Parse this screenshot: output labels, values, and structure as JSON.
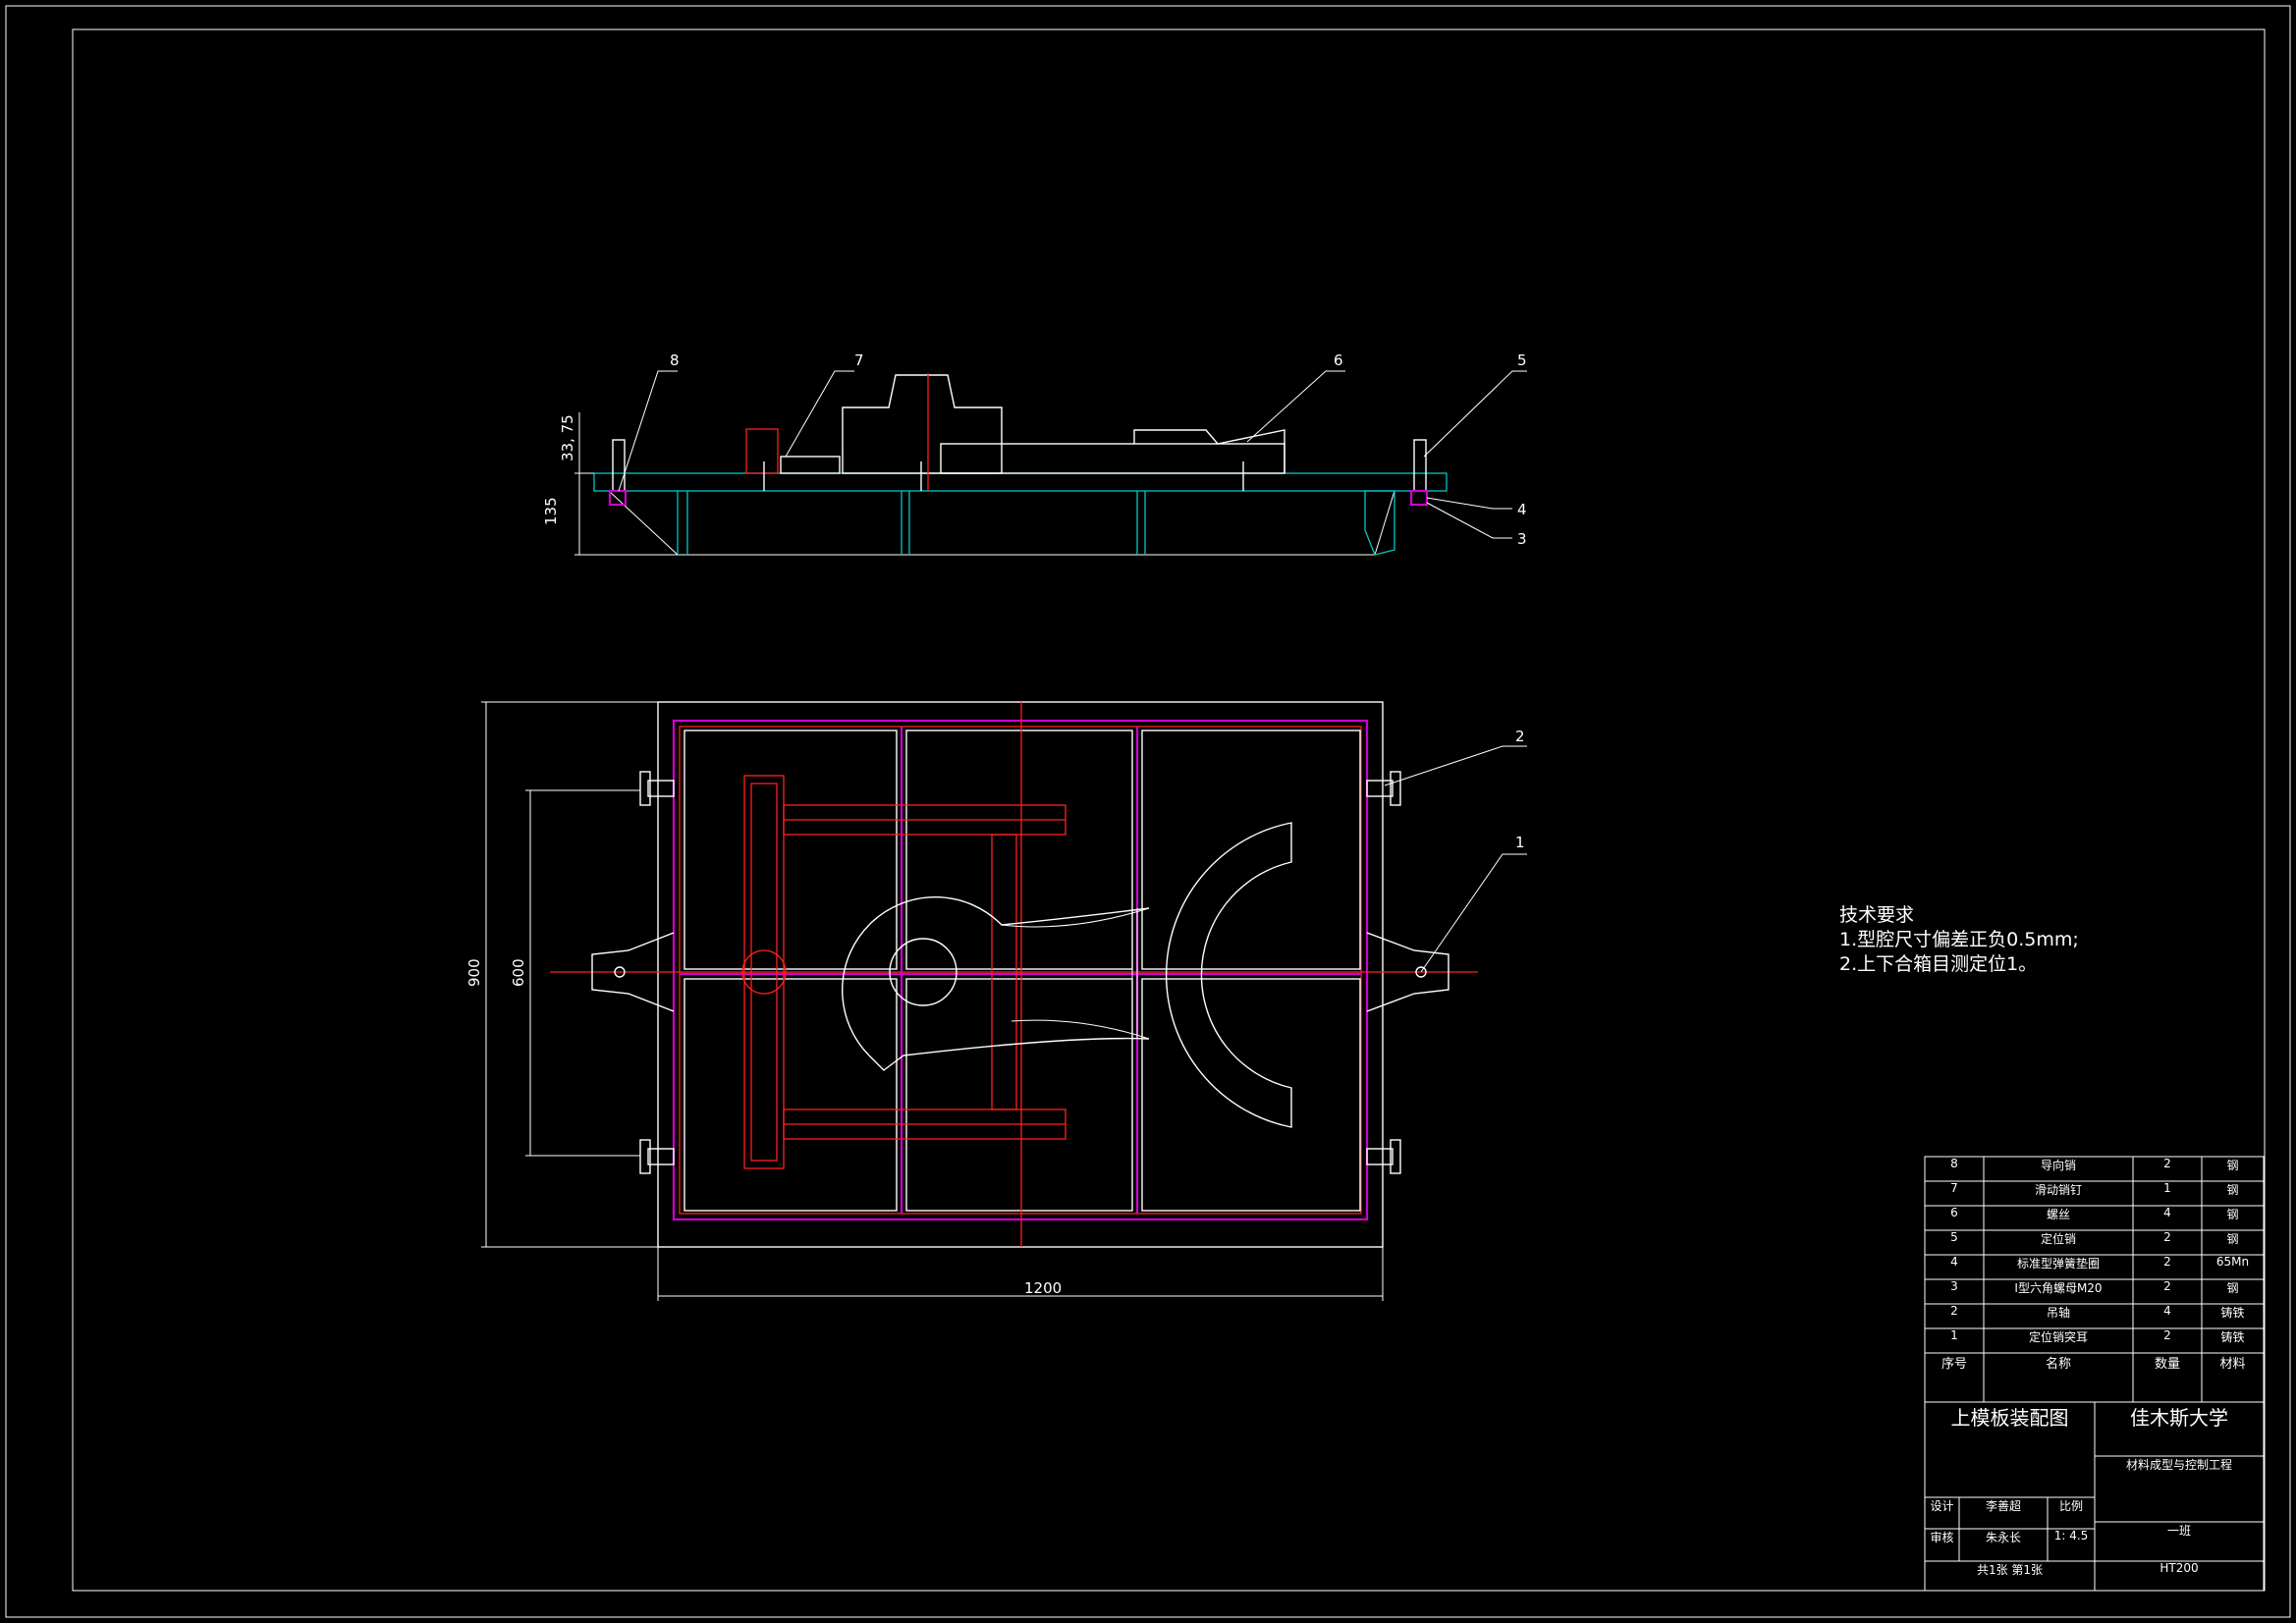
{
  "drawing": {
    "section_view": {
      "balloons": [
        "8",
        "7",
        "6",
        "5",
        "4",
        "3"
      ],
      "dims": {
        "flange_height": "33, 75",
        "depth": "135"
      }
    },
    "plan_view": {
      "balloons": [
        "2",
        "1"
      ],
      "dims": {
        "overall_height": "900",
        "pin_spacing": "600",
        "overall_width": "1200"
      }
    },
    "tech_requirements": {
      "title": "技术要求",
      "items": [
        "1.型腔尺寸偏差正负0.5mm;",
        "2.上下合箱目测定位1。"
      ]
    }
  },
  "parts_list": {
    "headers": {
      "no": "序号",
      "name": "名称",
      "qty": "数量",
      "material": "材料"
    },
    "rows": [
      {
        "no": "8",
        "name": "导向销",
        "qty": "2",
        "material": "钢"
      },
      {
        "no": "7",
        "name": "滑动销钉",
        "qty": "1",
        "material": "钢"
      },
      {
        "no": "6",
        "name": "螺丝",
        "qty": "4",
        "material": "钢"
      },
      {
        "no": "5",
        "name": "定位销",
        "qty": "2",
        "material": "钢"
      },
      {
        "no": "4",
        "name": "标准型弹簧垫圈",
        "qty": "2",
        "material": "65Mn"
      },
      {
        "no": "3",
        "name": "I型六角螺母M20",
        "qty": "2",
        "material": "钢"
      },
      {
        "no": "2",
        "name": "吊轴",
        "qty": "4",
        "material": "铸铁"
      },
      {
        "no": "1",
        "name": "定位销突耳",
        "qty": "2",
        "material": "铸铁"
      }
    ]
  },
  "title_block": {
    "drawing_title": "上模板装配图",
    "university": "佳木斯大学",
    "department": "材料成型与控制工程",
    "designer_label": "设计",
    "designer": "李善超",
    "reviewer_label": "审核",
    "reviewer": "朱永长",
    "scale_label": "比例",
    "scale": "1: 4.5",
    "class": "一班",
    "sheets": "共1张 第1张",
    "material": "HT200"
  }
}
